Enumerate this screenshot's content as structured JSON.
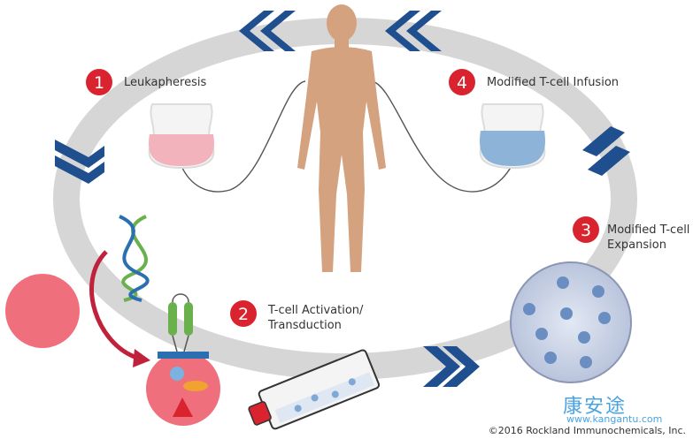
{
  "steps": [
    {
      "number": "1",
      "label": "Leukapheresis"
    },
    {
      "number": "2",
      "label_line1": "T-cell Activation/",
      "label_line2": "Transduction"
    },
    {
      "number": "3",
      "label_line1": "Modified T-cell",
      "label_line2": "Expansion"
    },
    {
      "number": "4",
      "label": "Modified T-cell Infusion"
    }
  ],
  "watermark": {
    "chinese": "康安途",
    "url": "www.kangantu.com"
  },
  "copyright": "©2016 Rockland Immunochemicals, Inc.",
  "colors": {
    "cycle_ring": "#d6d6d6",
    "arrow_chevron": "#1f4f8f",
    "step_badge": "#d9232e",
    "body": "#d4a27f",
    "pink_bag": "#f2b3bd",
    "blue_bag": "#8db4d8",
    "cell_pink": "#ef6f7d",
    "dna_green": "#6ab04c",
    "dna_blue": "#2a6fb0",
    "expansion_dish": "#c8d2e6"
  },
  "icons": [
    "human-body-icon",
    "blood-bag-icon",
    "dna-helix-icon",
    "receptor-icon",
    "culture-flask-icon",
    "petri-dish-icon",
    "cell-icon",
    "chevron-arrow-icon"
  ]
}
